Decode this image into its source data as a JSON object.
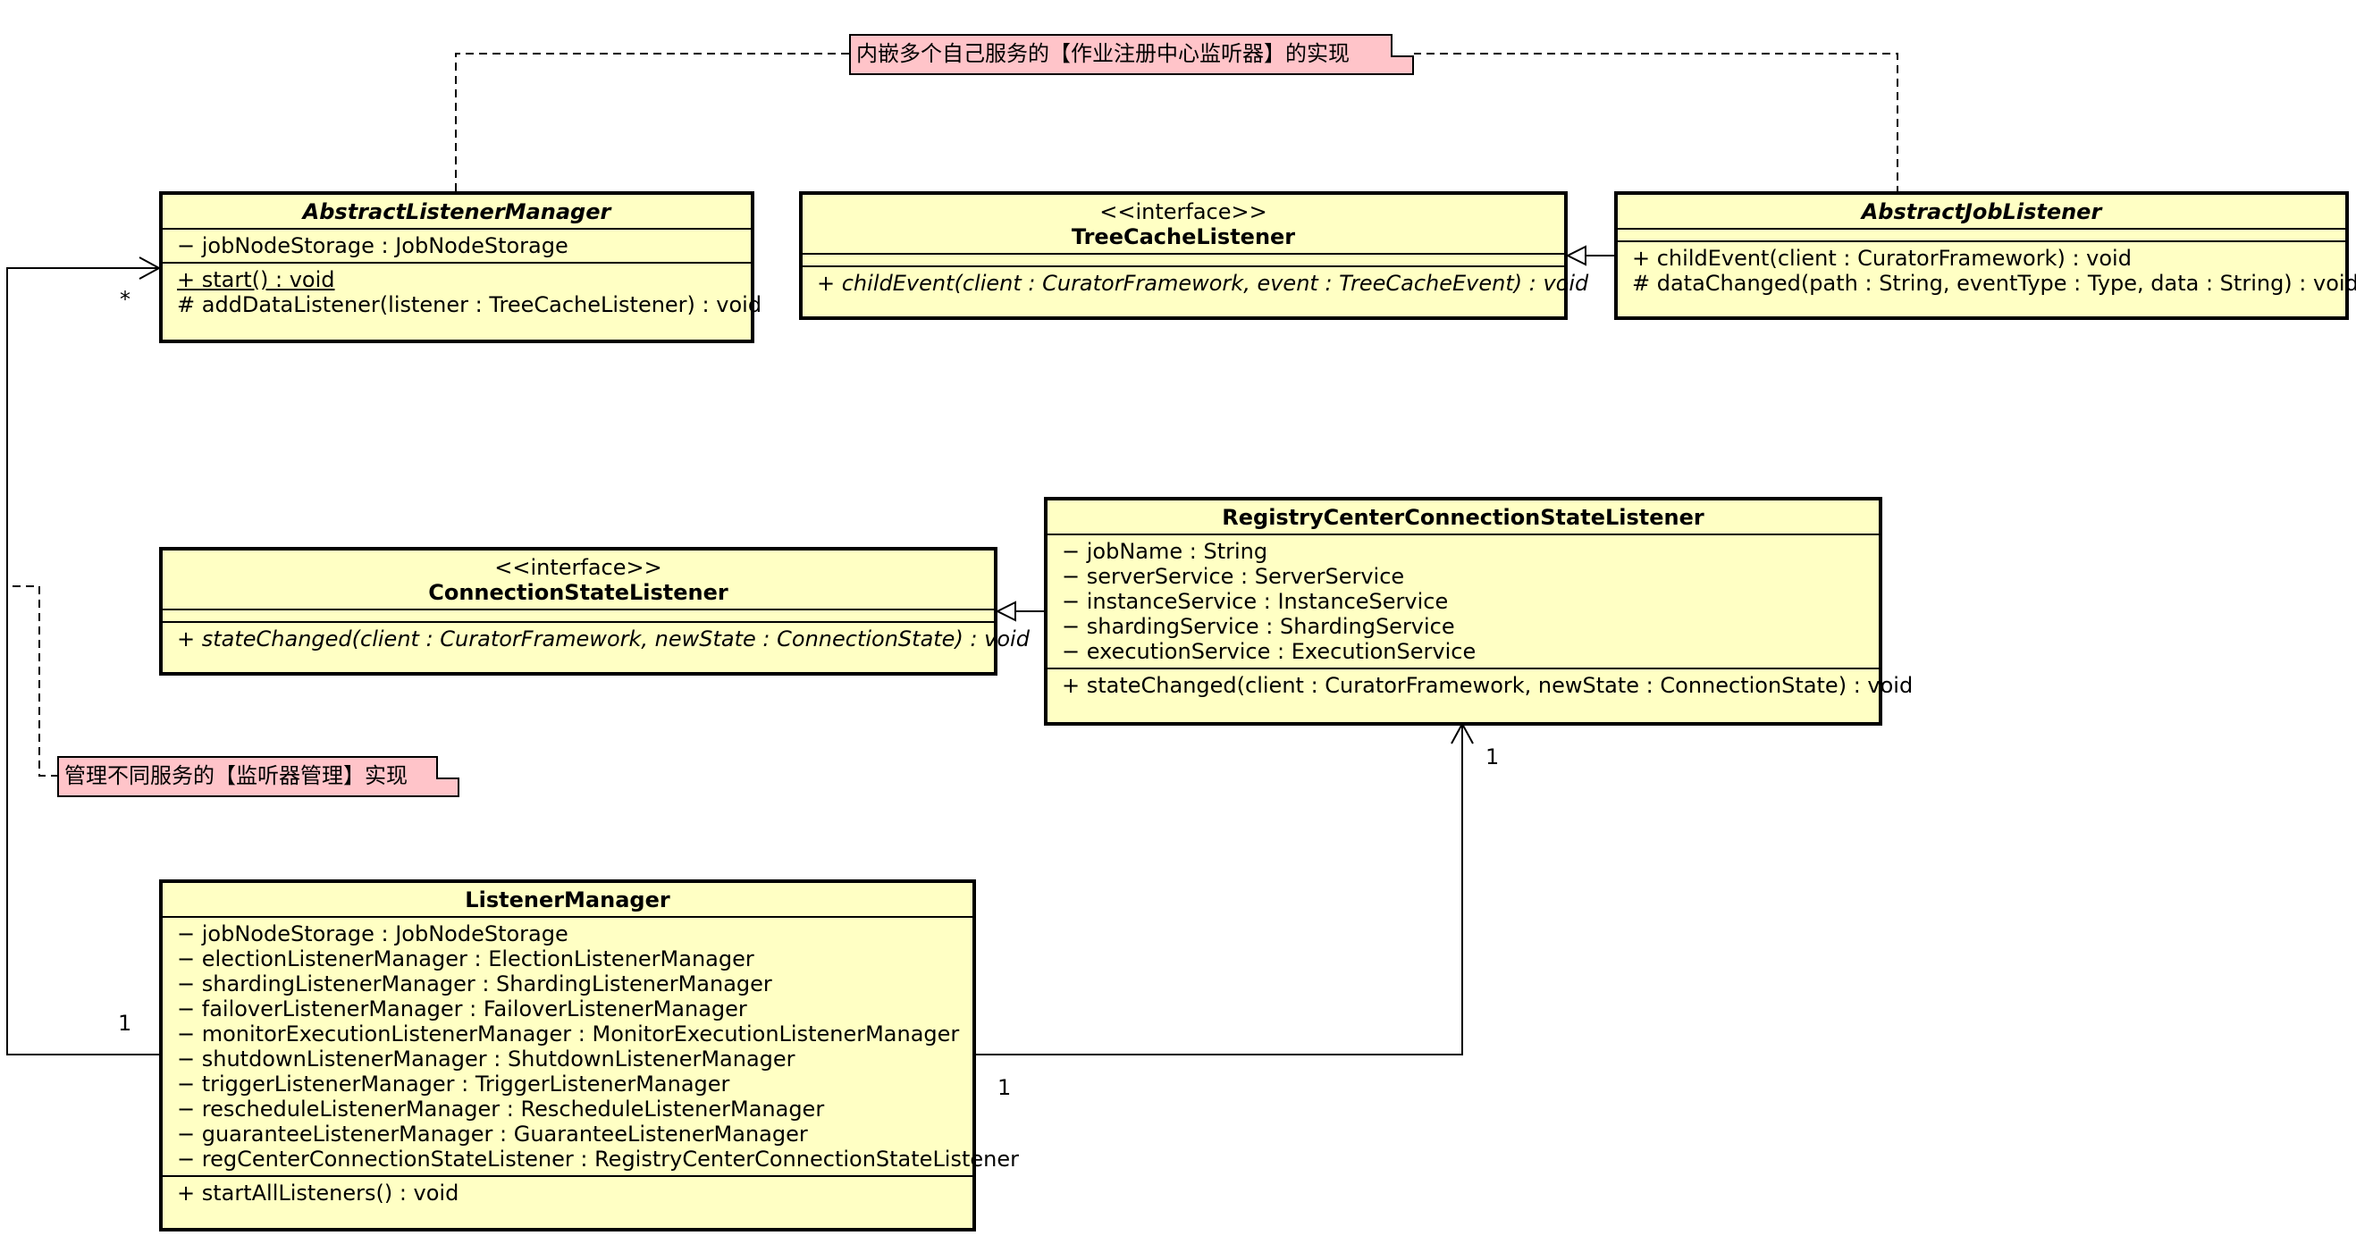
{
  "notes": {
    "top": "内嵌多个自己服务的【作业注册中心监听器】的实现",
    "left": "管理不同服务的【监听器管理】实现"
  },
  "classes": {
    "abstract_listener_manager": {
      "name": "AbstractListenerManager",
      "attributes": [
        "− jobNodeStorage : JobNodeStorage"
      ],
      "operations": [
        "+ start() : void",
        "# addDataListener(listener : TreeCacheListener) : void"
      ]
    },
    "tree_cache_listener": {
      "stereotype": "<<interface>>",
      "name": "TreeCacheListener",
      "operations": [
        "+ childEvent(client : CuratorFramework, event : TreeCacheEvent) : void"
      ]
    },
    "abstract_job_listener": {
      "name": "AbstractJobListener",
      "operations": [
        "+ childEvent(client : CuratorFramework) : void",
        "# dataChanged(path : String, eventType : Type, data : String) : void"
      ]
    },
    "connection_state_listener": {
      "stereotype": "<<interface>>",
      "name": "ConnectionStateListener",
      "operations": [
        "+ stateChanged(client : CuratorFramework, newState : ConnectionState) : void"
      ]
    },
    "registry_center_connection_state_listener": {
      "name": "RegistryCenterConnectionStateListener",
      "attributes": [
        "− jobName : String",
        "− serverService : ServerService",
        "− instanceService : InstanceService",
        "− shardingService : ShardingService",
        "− executionService : ExecutionService"
      ],
      "operations": [
        "+ stateChanged(client : CuratorFramework, newState : ConnectionState) : void"
      ]
    },
    "listener_manager": {
      "name": "ListenerManager",
      "attributes": [
        "− jobNodeStorage : JobNodeStorage",
        "− electionListenerManager : ElectionListenerManager",
        "− shardingListenerManager : ShardingListenerManager",
        "− failoverListenerManager : FailoverListenerManager",
        "− monitorExecutionListenerManager : MonitorExecutionListenerManager",
        "− shutdownListenerManager : ShutdownListenerManager",
        "− triggerListenerManager : TriggerListenerManager",
        "− rescheduleListenerManager : RescheduleListenerManager",
        "− guaranteeListenerManager : GuaranteeListenerManager",
        "− regCenterConnectionStateListener : RegistryCenterConnectionStateListener"
      ],
      "operations": [
        "+ startAllListeners() : void"
      ]
    }
  },
  "multiplicities": {
    "many": "*",
    "lm_left": "1",
    "lm_right": "1",
    "rccsl": "1"
  }
}
